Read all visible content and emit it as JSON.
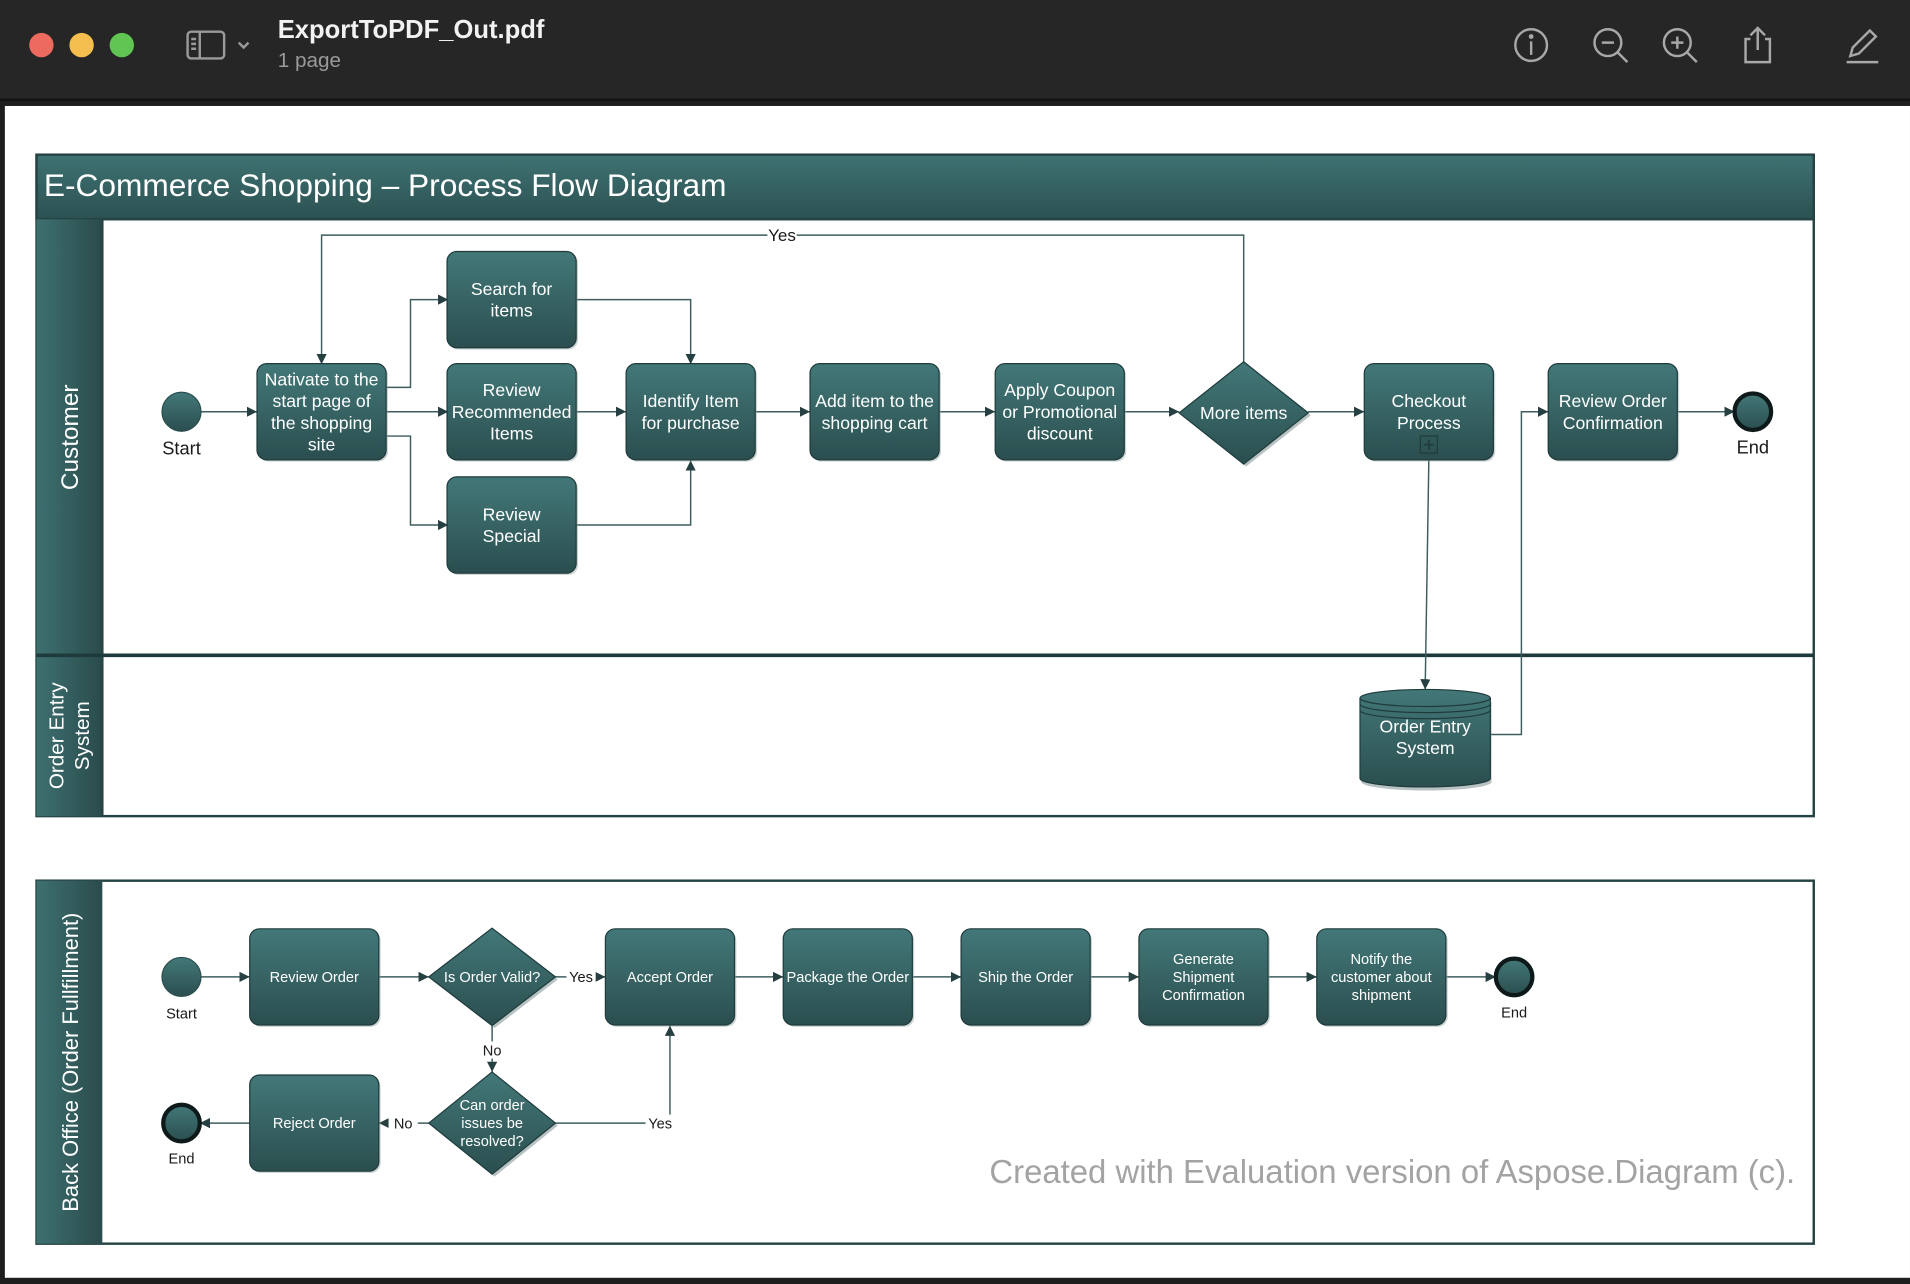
{
  "window": {
    "title": "ExportToPDF_Out.pdf",
    "subtitle": "1 page",
    "traffic_lights": {
      "close": "#ec6a5e",
      "minimize": "#f4bf4f",
      "zoom": "#61c554"
    },
    "toolbar_icons": [
      "sidebar-icon",
      "chevron-down-icon",
      "info-icon",
      "zoom-out-icon",
      "zoom-in-icon",
      "share-icon",
      "markup-pen-icon"
    ]
  },
  "diagram": {
    "title": "E-Commerce Shopping – Process Flow Diagram",
    "colors": {
      "shape_top": "#437878",
      "shape_bottom": "#2b4e4f",
      "border": "#1f3b3c",
      "watermark": "#a3a3a3"
    },
    "lanes": {
      "customer": "Customer",
      "order_entry": [
        "Order Entry",
        "System"
      ],
      "back_office": "Back Office (Order Fullfillment)"
    },
    "nodes": {
      "c_start": [
        "Start"
      ],
      "c_nav": [
        "Nativate to the",
        "start page of",
        "the shopping",
        "site"
      ],
      "c_search": [
        "Search for",
        "items"
      ],
      "c_recommended": [
        "Review",
        "Recommended",
        "Items"
      ],
      "c_special": [
        "Review",
        "Special"
      ],
      "c_identify": [
        "Identify Item",
        "for purchase"
      ],
      "c_add": [
        "Add item to the",
        "shopping cart"
      ],
      "c_coupon": [
        "Apply Coupon",
        "or Promotional",
        "discount"
      ],
      "c_more": [
        "More items"
      ],
      "c_checkout": [
        "Checkout",
        "Process"
      ],
      "c_confirm": [
        "Review Order",
        "Confirmation"
      ],
      "c_end": [
        "End"
      ],
      "oe_system": [
        "Order Entry",
        "System"
      ],
      "b_start": [
        "Start"
      ],
      "b_review": [
        "Review Order"
      ],
      "b_valid": [
        "Is Order Valid?"
      ],
      "b_accept": [
        "Accept Order"
      ],
      "b_package": [
        "Package the Order"
      ],
      "b_ship": [
        "Ship the Order"
      ],
      "b_generate": [
        "Generate",
        "Shipment",
        "Confirmation"
      ],
      "b_notify": [
        "Notify the",
        "customer about",
        "shipment"
      ],
      "b_end": [
        "End"
      ],
      "b_resolve": [
        "Can order",
        "issues be",
        "resolved?"
      ],
      "b_reject": [
        "Reject Order"
      ],
      "b_end2": [
        "End"
      ]
    },
    "edge_labels": {
      "more_yes": "Yes",
      "valid_yes": "Yes",
      "valid_no": "No",
      "resolve_yes": "Yes",
      "resolve_no": "No"
    },
    "watermark": "Created with Evaluation version of Aspose.Diagram (c)."
  }
}
